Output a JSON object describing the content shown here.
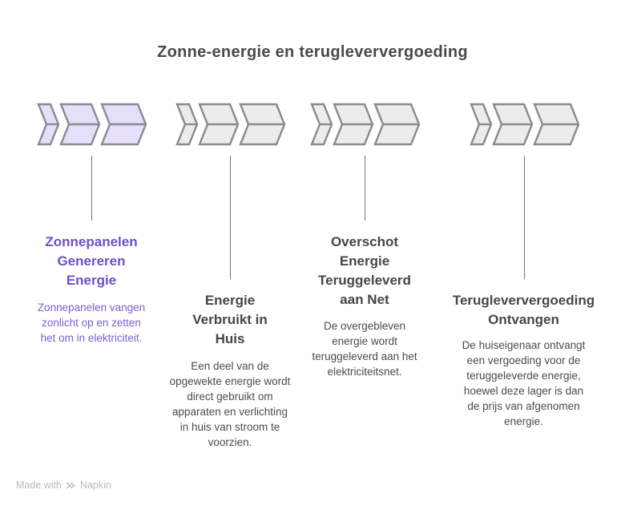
{
  "page": {
    "title": "Zonne-energie en terugleververgoeding",
    "background": "#FFFFFF"
  },
  "flow": {
    "icon": "triple-chevron-right-icon",
    "chevron_stroke": "#8A8A92",
    "connector_color": "#757575",
    "steps": [
      {
        "title": "Zonnepanelen Genereren Energie",
        "description": "Zonnepanelen vangen zonlicht op en zetten het om in elektriciteit.",
        "highlighted": true,
        "chevron_fill": "#E5DFF9",
        "title_color": "#6B50C8",
        "description_color": "#7A60CE"
      },
      {
        "title": "Energie Verbruikt in Huis",
        "description": "Een deel van de opgewekte energie wordt direct gebruikt om apparaten en verlichting in huis van stroom te voorzien.",
        "highlighted": false,
        "chevron_fill": "#ECECEB",
        "title_color": "#464646",
        "description_color": "#4B4B4B"
      },
      {
        "title": "Overschot Energie Teruggeleverd aan Net",
        "description": "De overgebleven energie wordt teruggeleverd aan het elektriciteitsnet.",
        "highlighted": false,
        "chevron_fill": "#ECECEB",
        "title_color": "#464646",
        "description_color": "#4B4B4B"
      },
      {
        "title": "Terugleververgoeding Ontvangen",
        "description": "De huiseigenaar ontvangt een vergoeding voor de teruggeleverde energie, hoewel deze lager is dan de prijs van afgenomen energie.",
        "highlighted": false,
        "chevron_fill": "#ECECEB",
        "title_color": "#464646",
        "description_color": "#4B4B4B"
      }
    ]
  },
  "footer": {
    "made_with_label": "Made with",
    "brand": "Napkin",
    "icon": "napkin-logo-icon",
    "text_color": "#B9B9B9"
  }
}
